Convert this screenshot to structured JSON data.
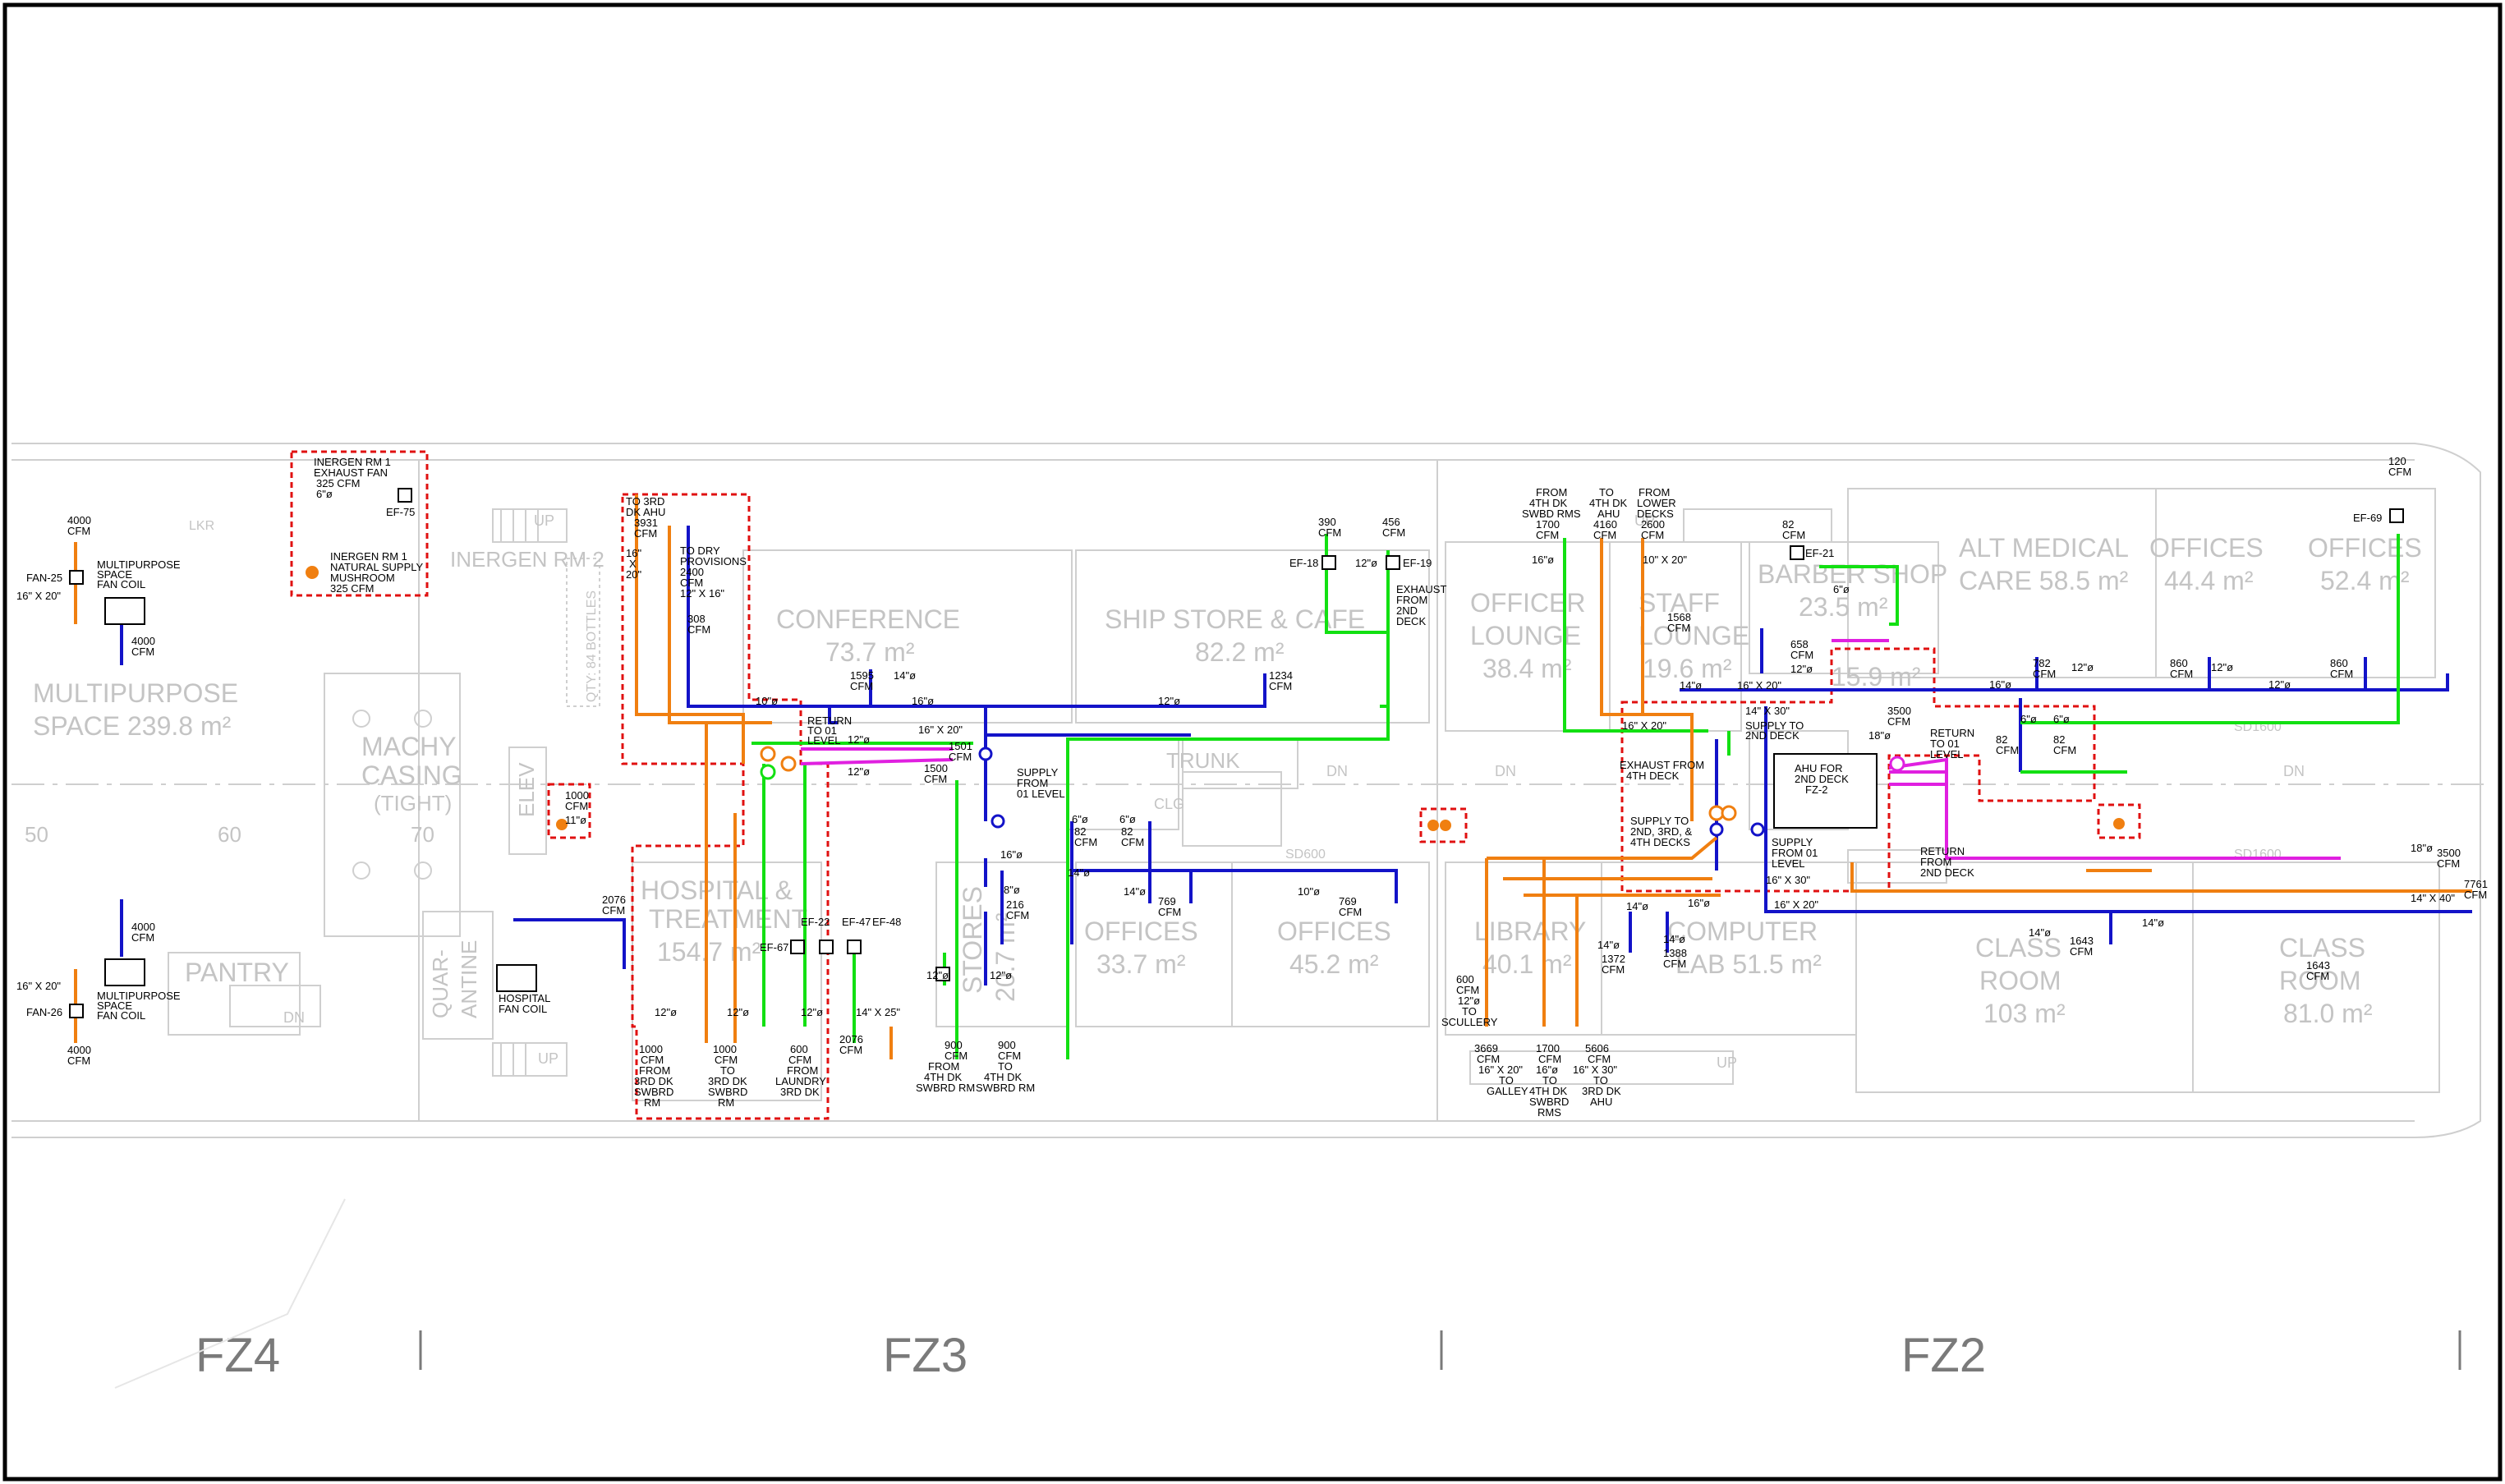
{
  "zones": [
    "FZ4",
    "FZ3",
    "FZ2"
  ],
  "rooms": {
    "multipurpose": "MULTIPURPOSE",
    "multipurpose_area": "SPACE  239.8 m²",
    "machy": "MACHY",
    "machy2": "CASING",
    "machy3": "(TIGHT)",
    "elev": "ELEV",
    "pantry": "PANTRY",
    "quarantine": "QUAR-",
    "quarantine2": "ANTINE",
    "inergen": "INERGEN RM 2",
    "bottles": "QTY: 84 BOTTLES",
    "conference": "CONFERENCE",
    "conference_area": "73.7 m²",
    "hospital": "HOSPITAL &",
    "hospital2": "TREATMENT",
    "hospital_area": "154.7 m²",
    "stores": "STORES",
    "stores_area": "20.7 m²",
    "ship_store": "SHIP STORE & CAFE",
    "ship_store_area": "82.2 m²",
    "trunk": "TRUNK",
    "offices1": "OFFICES",
    "offices1_area": "33.7 m²",
    "offices2": "OFFICES",
    "offices2_area": "45.2 m²",
    "officer_lounge": "OFFICER",
    "officer_lounge2": "LOUNGE",
    "officer_lounge_area": "38.4 m²",
    "staff_lounge": "STAFF",
    "staff_lounge2": "LOUNGE",
    "staff_lounge_area": "19.6 m²",
    "library": "LIBRARY",
    "library_area": "40.1 m²",
    "computer": "COMPUTER",
    "computer_area": "LAB 51.5 m²",
    "barber": "BARBER SHOP",
    "barber_area": "23.5 m²",
    "small_area": "15.9 m²",
    "alt_medical": "ALT MEDICAL",
    "alt_medical_area": "CARE 58.5 m²",
    "offices3": "OFFICES",
    "offices3_area": "44.4 m²",
    "offices4": "OFFICES",
    "offices4_area": "52.4 m²",
    "classroom1": "CLASS",
    "classroom1b": "ROOM",
    "classroom1_area": "103 m²",
    "classroom2": "CLASS",
    "classroom2b": "ROOM",
    "classroom2_area": "81.0 m²",
    "lkr": "LKR",
    "frame_50": "50",
    "frame_60": "60",
    "frame_70": "70",
    "up": "UP",
    "dn": "DN",
    "clg": "CLG",
    "sd600": "SD600",
    "sd1600": "SD1600"
  },
  "notes": {
    "inergen_title": "INERGEN RM 1",
    "inergen_fan": "EXHAUST FAN",
    "inergen_cfm": "325 CFM",
    "inergen_dia": "6\"ø",
    "ef75": "EF-75",
    "inergen_nat1": "INERGEN RM 1",
    "inergen_nat2": "NATURAL SUPPLY",
    "inergen_nat3": "MUSHROOM",
    "inergen_nat4": "325 CFM",
    "fan25_cfm1": "4000",
    "fan25_cfm2": "CFM",
    "fan25": "FAN-25",
    "fan25_size": "16\" X 20\"",
    "mp_fc1": "MULTIPURPOSE",
    "mp_fc2": "SPACE",
    "mp_fc3": "FAN COIL",
    "mp_sup1": "4000",
    "mp_sup2": "CFM",
    "fan26_size": "16\" X 20\"",
    "fan26": "FAN-26",
    "fan26_cfm1": "4000",
    "fan26_cfm2": "CFM",
    "mp2_sup1": "4000",
    "mp2_sup2": "CFM",
    "mp2_fc1": "MULTIPURPOSE",
    "mp2_fc2": "SPACE",
    "mp2_fc3": "FAN COIL",
    "elev_cfm1": "1000",
    "elev_cfm2": "CFM",
    "elev_dia": "11\"ø",
    "to3rd1": "TO 3RD",
    "to3rd2": "DK AHU",
    "to3rd3": "3931",
    "to3rd4": "CFM",
    "to3rd5": "16\"",
    "to3rd6": "X",
    "to3rd7": "20\"",
    "dry1": "TO DRY",
    "dry2": "PROVISIONS",
    "dry3": "2400",
    "dry4": "CFM",
    "dry5": "12\" X 16\"",
    "c308a": "308",
    "c308b": "CFM",
    "dia10": "10\"ø",
    "ret01a": "RETURN",
    "ret01b": "TO 01",
    "ret01c": "LEVEL",
    "dia12a": "12\"ø",
    "dia12b": "12\"ø",
    "c1595a": "1595",
    "c1595b": "CFM",
    "dia14a": "14\"ø",
    "dia16a": "16\"ø",
    "size1620": "16\" X 20\"",
    "c1501a": "1501",
    "c1501b": "CFM",
    "c1500a": "1500",
    "c1500b": "CFM",
    "sup01a": "SUPPLY",
    "sup01b": "FROM",
    "sup01c": "01 LEVEL",
    "dia12c": "12\"ø",
    "c1234a": "1234",
    "c1234b": "CFM",
    "c390a": "390",
    "c390b": "CFM",
    "ef18": "EF-18",
    "c456a": "456",
    "c456b": "CFM",
    "dia12d": "12\"ø",
    "ef19": "EF-19",
    "exh2a": "EXHAUST",
    "exh2b": "FROM",
    "exh2c": "2ND",
    "exh2d": "DECK",
    "c2076a": "2076",
    "c2076b": "CFM",
    "hosp_fc1": "HOSPITAL",
    "hosp_fc2": "FAN COIL",
    "ef22": "EF-22",
    "ef47": "EF-47",
    "ef48": "EF-48",
    "ef67": "EF-67",
    "size1425": "14\" X 25\"",
    "c2076c": "2076",
    "c2076d": "CFM",
    "dia12e": "12\"ø",
    "dia12f": "12\"ø",
    "dia12g": "12\"ø",
    "h1000a": "1000",
    "h1000b": "CFM",
    "h1000c": "FROM",
    "h1000d": "3RD DK",
    "h1000e": "SWBRD",
    "h1000f": "RM",
    "h1000g": "1000",
    "h1000h": "CFM",
    "h1000i": "TO",
    "h1000j": "3RD DK",
    "h1000k": "SWBRD",
    "h1000l": "RM",
    "h600a": "600",
    "h600b": "CFM",
    "h600c": "FROM",
    "h600d": "LAUNDRY",
    "h600e": "3RD DK",
    "dia12h": "12\"ø",
    "dia12i": "12\"ø",
    "dia8": "8\"ø",
    "c216a": "216",
    "c216b": "CFM",
    "dia16b": "16\"ø",
    "s900a": "900",
    "s900b": "CFM",
    "s900c": "FROM",
    "s900d": "4TH DK",
    "s900e": "SWBRD RM",
    "s900f": "900",
    "s900g": "CFM",
    "s900h": "TO",
    "s900i": "4TH DK",
    "s900j": "SWBRD RM",
    "dia6a": "6\"ø",
    "c82a": "82",
    "c82b": "CFM",
    "dia6b": "6\"ø",
    "c82c": "82",
    "c82d": "CFM",
    "dia14b": "14\"ø",
    "dia14c": "14\"ø",
    "c769a": "769",
    "c769b": "CFM",
    "dia10b": "10\"ø",
    "c769c": "769",
    "c769d": "CFM",
    "f4thA": "FROM",
    "f4thB": "4TH DK",
    "f4thC": "SWBD RMS",
    "f4thD": "1700",
    "f4thE": "CFM",
    "t4thA": "TO",
    "t4thB": "4TH DK",
    "t4thC": "AHU",
    "t4thD": "4160",
    "t4thE": "CFM",
    "flowA": "FROM",
    "flowB": "LOWER",
    "flowC": "DECKS",
    "flowD": "2600",
    "flowE": "CFM",
    "dia16c": "16\"ø",
    "size1020": "10\" X 20\"",
    "c1568a": "1568",
    "c1568b": "CFM",
    "c82e": "82",
    "c82f": "CFM",
    "ef21": "EF-21",
    "dia6c": "6\"ø",
    "c658a": "658",
    "c658b": "CFM",
    "dia12j": "12\"ø",
    "dia14d": "14\"ø",
    "size1620b": "16\" X 20\"",
    "size1430": "14\" X 30\"",
    "sup2a": "SUPPLY TO",
    "sup2b": "2ND DECK",
    "size1620c": "16\" X 20\"",
    "exh4a": "EXHAUST FROM",
    "exh4b": "4TH DECK",
    "sup234a": "SUPPLY TO",
    "sup234b": "2ND, 3RD, &",
    "sup234c": "4TH DECKS",
    "supf01a": "SUPPLY",
    "supf01b": "FROM 01",
    "supf01c": "LEVEL",
    "size1630": "16\" X 30\"",
    "ahu1": "AHU FOR",
    "ahu2": "2ND DECK",
    "ahu3": "FZ-2",
    "c3500a": "3500",
    "c3500b": "CFM",
    "dia18a": "18\"ø",
    "ret01d": "RETURN",
    "ret01e": "TO 01",
    "ret01f": "LEVEL",
    "ret2a": "RETURN",
    "ret2b": "FROM",
    "ret2c": "2ND DECK",
    "c82g": "82",
    "c82h": "CFM",
    "dia6d": "6\"ø",
    "dia6e": "6\"ø",
    "c82i": "82",
    "c82j": "CFM",
    "dia16d": "16\"ø",
    "c782a": "782",
    "c782b": "CFM",
    "dia12k": "12\"ø",
    "c860a": "860",
    "c860b": "CFM",
    "dia12l": "12\"ø",
    "dia12m": "12\"ø",
    "c860c": "860",
    "c860d": "CFM",
    "c120a": "120",
    "c120b": "CFM",
    "ef69": "EF-69",
    "dia18b": "18\"ø",
    "c3500c": "3500",
    "c3500d": "CFM",
    "c7761a": "7761",
    "c7761b": "CFM",
    "size1440": "14\" X 40\"",
    "dia14e": "14\"ø",
    "dia16e": "16\"ø",
    "size1620d": "16\" X 20\"",
    "dia14f": "14\"ø",
    "c1372a": "1372",
    "c1372b": "CFM",
    "dia14g": "14\"ø",
    "c1388a": "1388",
    "c1388b": "CFM",
    "dia14h": "14\"ø",
    "c1643a": "1643",
    "c1643b": "CFM",
    "dia14i": "14\"ø",
    "c1643c": "1643",
    "c1643d": "CFM",
    "scA": "600",
    "scB": "CFM",
    "scC": "12\"ø",
    "scD": "TO",
    "scE": "SCULLERY",
    "g1": "3669",
    "g2": "CFM",
    "g3": "16\" X 20\"",
    "g4": "TO",
    "g5": "GALLEY",
    "w1": "1700",
    "w2": "CFM",
    "w3": "16\"ø",
    "w4": "TO",
    "w5": "4TH DK",
    "w6": "SWBRD",
    "w7": "RMS",
    "a1": "5606",
    "a2": "CFM",
    "a3": "16\" X 30\"",
    "a4": "TO",
    "a5": "3RD DK",
    "a6": "AHU"
  },
  "colors": {
    "supply": "#1313c8",
    "return": "#12e012",
    "exhaust": "#f07f10",
    "recirc": "#e020e0",
    "revision_cloud": "#e01010",
    "architecture": "#cfcfcf"
  }
}
